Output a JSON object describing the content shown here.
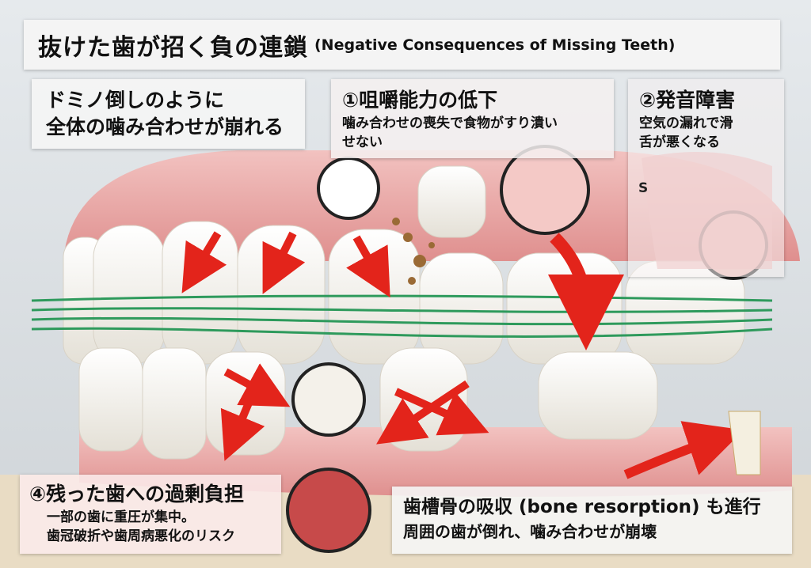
{
  "title": {
    "japanese": "抜けた歯が招く負の連鎖",
    "english": "(Negative Consequences of Missing Teeth)"
  },
  "domino": {
    "line1": "ドミノ倒しのように",
    "line2": "全体の噛み合わせが崩れる"
  },
  "point1": {
    "heading": "①咀嚼能力の低下",
    "body_line1": "噛み合わせの喪失で食物がすり潰い",
    "body_line2": "せない"
  },
  "point2": {
    "heading": "②発音障害",
    "body_line1": "空気の漏れで滑",
    "body_line2": "舌が悪くなる",
    "label_s": "S"
  },
  "point4": {
    "heading": "④残った歯への過剰負担",
    "body_line1": "一部の歯に重圧が集中。",
    "body_line2": "歯冠破折や歯周病悪化のリスク"
  },
  "bone": {
    "heading": "歯槽骨の吸収 (bone resorption) も進行",
    "body": "周囲の歯が倒れ、噛み合わせが崩壊"
  },
  "colors": {
    "gum": "#e9a3a3",
    "tooth": "#f4f1ea",
    "arrow": "#e3241b",
    "occlusion_line": "#2e9a5c",
    "bone": "#efe3c8"
  }
}
